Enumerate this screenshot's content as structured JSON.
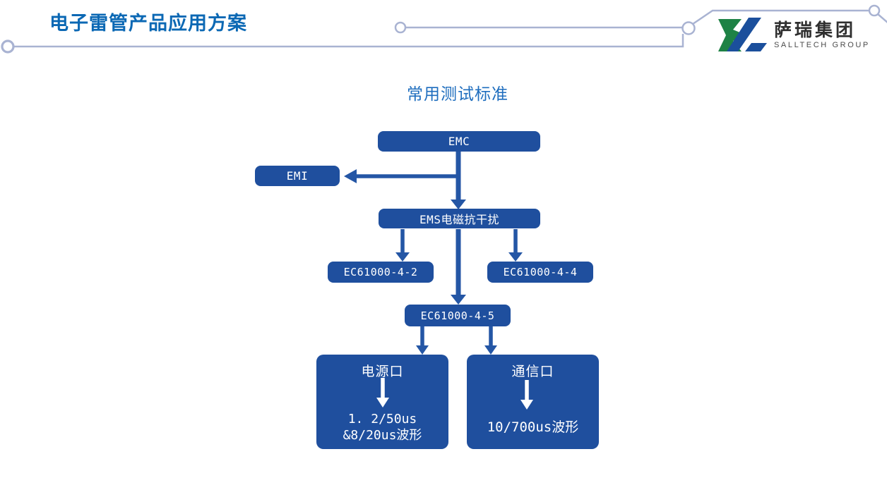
{
  "slide": {
    "header_title": "电子雷管产品应用方案",
    "logo": {
      "company_name": "萨瑞集团",
      "company_name_en": "SALLTECH GROUP"
    },
    "diagram": {
      "title": "常用测试标准",
      "nodes": {
        "emc": {
          "label": "EMC"
        },
        "emi": {
          "label": "EMI"
        },
        "ems": {
          "label": "EMS电磁抗干扰"
        },
        "ec61000_4_2": {
          "label": "EC61000-4-2"
        },
        "ec61000_4_4": {
          "label": "EC61000-4-4"
        },
        "ec61000_4_5": {
          "label": "EC61000-4-5"
        },
        "power_port": {
          "label": "电源口",
          "line1": "1. 2/50us",
          "line2": "&8/20us波形"
        },
        "comm_port": {
          "label": "通信口",
          "line1": "10/700us波形"
        }
      }
    },
    "colors": {
      "heading_blue": "#0b68b4",
      "diagram_title_blue": "#1e6dbe",
      "node_fill_blue": "#1f4f9e",
      "arrow_blue": "#2456a5",
      "deco_line_lavender": "#a9b3d2",
      "logo_green": "#1e8245",
      "logo_blue": "#1b4f9c",
      "logo_text_dark": "#2f2f2f"
    }
  }
}
